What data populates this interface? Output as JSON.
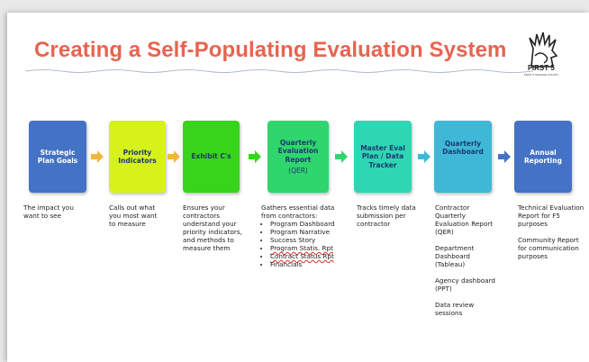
{
  "title": "Creating a Self-Populating Evaluation System",
  "logo": {
    "text": "FIRST 5",
    "subtext": "FIRST 5 ORANGE COUNTY"
  },
  "steps": [
    {
      "label": "Strategic Plan Goals",
      "color": "#4472c4",
      "text_color": "#ffffff"
    },
    {
      "label": "Priority Indicators",
      "color": "#d6f21a",
      "text_color": "#1a3b6e"
    },
    {
      "label": "Exhibit C's",
      "color": "#37d41b",
      "text_color": "#1a3b6e"
    },
    {
      "label_line1": "Quarterly",
      "label_line2": "Evaluation",
      "label_line3": "Report",
      "label_line4": "(QER)",
      "color": "#2fd66d",
      "text_color": "#1a3b6e"
    },
    {
      "label": "Master Eval Plan / Data Tracker",
      "color": "#2ed6b4",
      "text_color": "#1a3b6e"
    },
    {
      "label": "Quarterly Dashboard",
      "color": "#3fb8d8",
      "text_color": "#1a3b6e"
    },
    {
      "label": "Annual Reporting",
      "color": "#4472c4",
      "text_color": "#ffffff"
    }
  ],
  "arrow_color": "#f0b63a",
  "arrow_color_blue": "#3fb8d8",
  "descriptions": {
    "d1": "The impact you want to see",
    "d2": "Calls out what you most want to measure",
    "d3": "Ensures your contractors understand your priority indicators, and methods to measure them",
    "d4_intro": "Gathers essential data from contractors:",
    "d4_items": [
      "Program Dashboard",
      "Program Narrative",
      "Success Story",
      "Program Statis. Rpt",
      "Contract Status Rpt",
      "Financials"
    ],
    "d5": "Tracks timely data submission per contractor",
    "d6": [
      "Contractor Quarterly Evaluation Report (QER)",
      "Department Dashboard (Tableau)",
      "Agency dashboard (PPT)",
      "Data review sessions"
    ],
    "d7": [
      "Technical Evaluation Report for F5 purposes",
      "Community Report for communication purposes"
    ]
  }
}
